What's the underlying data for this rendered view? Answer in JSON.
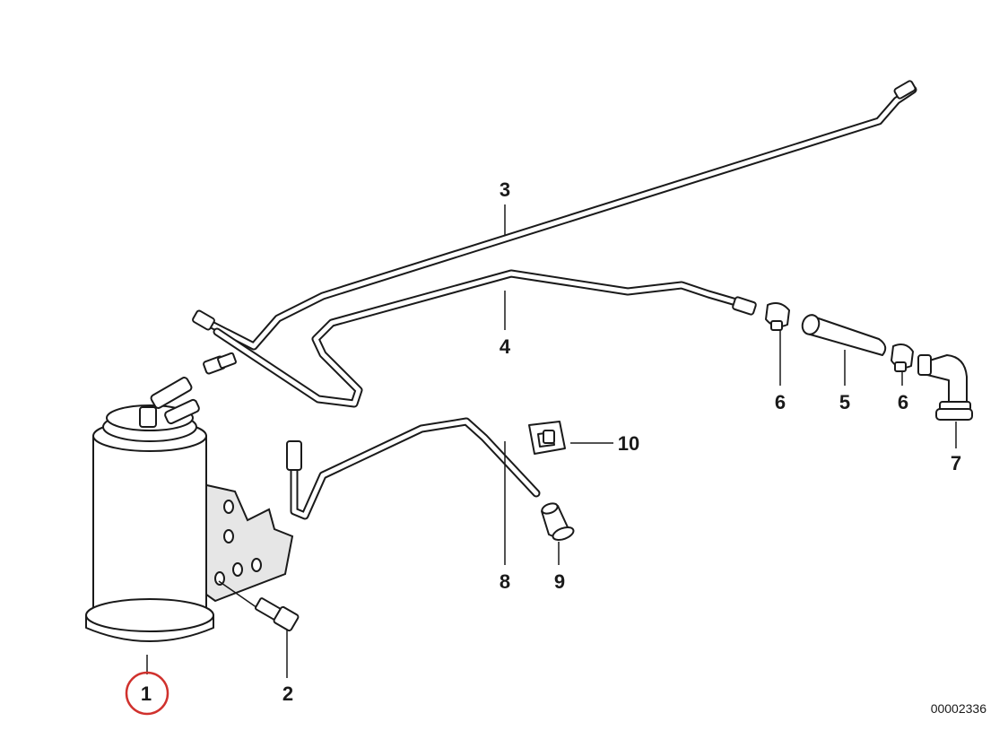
{
  "diagram": {
    "callouts": [
      {
        "id": "1",
        "text": "1",
        "highlighted": true
      },
      {
        "id": "2",
        "text": "2"
      },
      {
        "id": "3",
        "text": "3"
      },
      {
        "id": "4",
        "text": "4"
      },
      {
        "id": "5",
        "text": "5"
      },
      {
        "id": "6a",
        "text": "6"
      },
      {
        "id": "6b",
        "text": "6"
      },
      {
        "id": "7",
        "text": "7"
      },
      {
        "id": "8",
        "text": "8"
      },
      {
        "id": "9",
        "text": "9"
      },
      {
        "id": "10",
        "text": "10"
      }
    ],
    "reference_number": "00002336",
    "highlight_color": "#d0312d",
    "line_color": "#1a1a1a"
  }
}
